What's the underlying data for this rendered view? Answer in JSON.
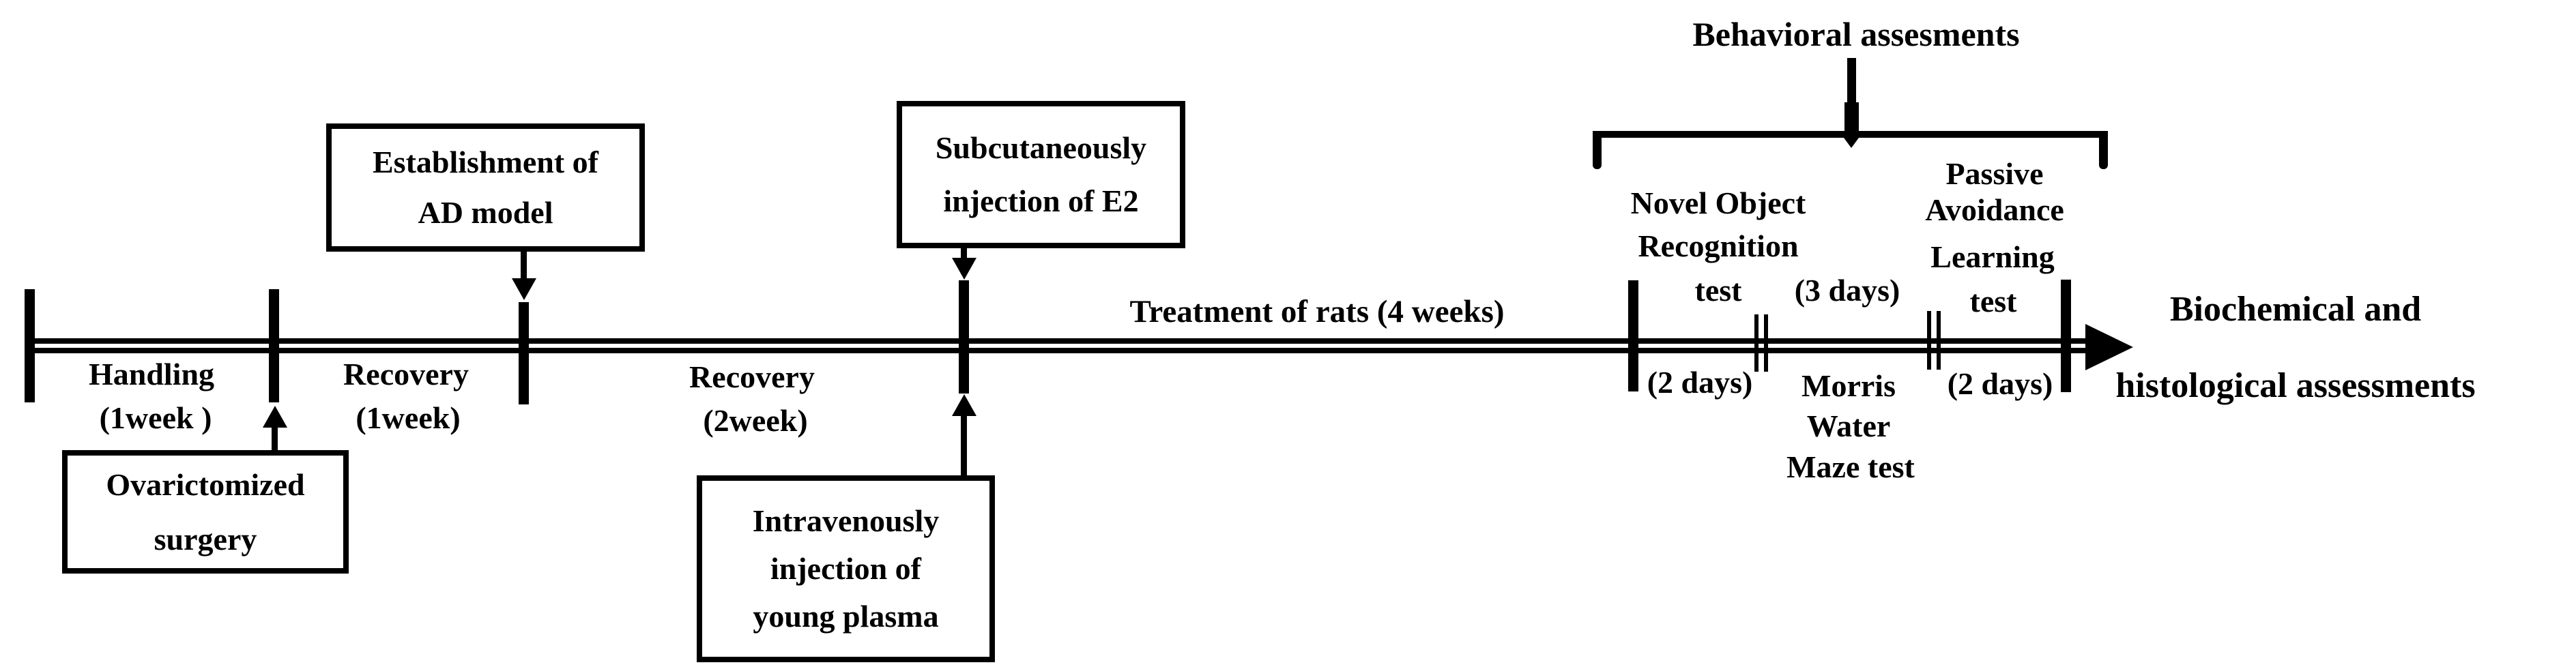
{
  "figure": {
    "background": "#ffffff",
    "ink_color": "#000000",
    "phases": {
      "handling": {
        "line1": "Handling",
        "line2": "(1week )"
      },
      "recovery_1": {
        "line1": "Recovery",
        "line2": "(1week)"
      },
      "recovery_2": {
        "line1": "Recovery",
        "line2": "(2week)"
      },
      "treatment": "Treatment of rats (4 weeks)"
    },
    "events": {
      "ovx_box": {
        "line1": "Ovarictomized",
        "line2": "surgery"
      },
      "ad_box": {
        "line1": "Establishment of",
        "line2": "AD model"
      },
      "plasma_box": {
        "line1": "Intravenously",
        "line2": "injection of",
        "line3": "young plasma"
      },
      "e2_box": {
        "line1": "Subcutaneously",
        "line2": "injection of E2"
      }
    },
    "behavioral": {
      "title": "Behavioral assesments",
      "nor_line1": "Novel Object",
      "nor_line2": "Recognition",
      "nor_line3": "test",
      "nor_duration": "(2 days)",
      "mwm_duration": "(3 days)",
      "mwm_line1": "Morris",
      "mwm_line2": "Water",
      "mwm_line3": "Maze test",
      "pal_line1": "Passive",
      "pal_line2": "Avoidance",
      "pal_line3": "Learning",
      "pal_line4": "test",
      "pal_duration": "(2 days)"
    },
    "endpoint": {
      "line1": "Biochemical and",
      "line2": "histological assessments"
    }
  }
}
